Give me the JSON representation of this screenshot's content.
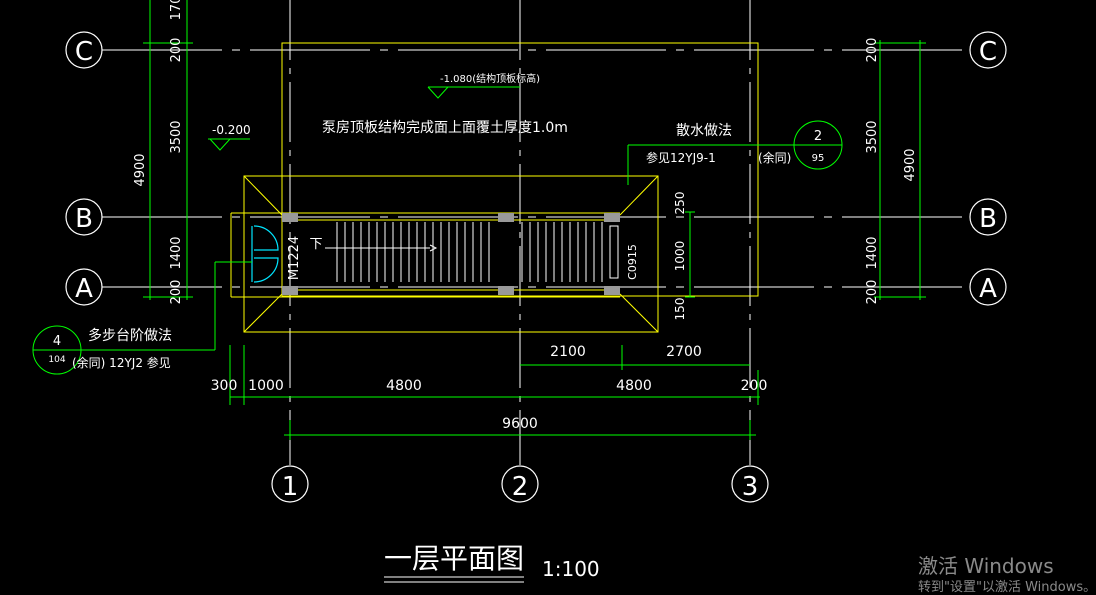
{
  "drawing": {
    "title": "一层平面图",
    "scale": "1:100",
    "axes": {
      "rows": [
        "C",
        "B",
        "A"
      ],
      "cols": [
        "1",
        "2",
        "3"
      ]
    },
    "elevations": {
      "roof": "-1.080(结构顶板标高)",
      "ground": "-0.200"
    },
    "notes": {
      "soil": "泵房顶板结构完成面上面覆土厚度1.0m",
      "apron_title": "散水做法",
      "apron_ref": "参见12YJ9-1",
      "apron_note": "(余同)",
      "step_title": "多步台阶做法",
      "step_ref": "(余同) 12YJ2 参见"
    },
    "detail_marks": [
      {
        "top": "2",
        "bottom": "95"
      },
      {
        "top": "4",
        "bottom": "104"
      }
    ],
    "labels": {
      "door": "M1224",
      "window": "C0915",
      "down": "下"
    },
    "dims_left": [
      "200",
      "3500",
      "1400",
      "200",
      "4900",
      "170"
    ],
    "dims_right": [
      "200",
      "3500",
      "1400",
      "200",
      "4900"
    ],
    "dims_inner_right": [
      "250",
      "1000",
      "150"
    ],
    "dims_row1": [
      "2100",
      "2700"
    ],
    "dims_row2": [
      "300",
      "1000",
      "4800",
      "4800",
      "200"
    ],
    "dims_total": "9600"
  },
  "watermark": {
    "line1": "激活 Windows",
    "line2": "转到\"设置\"以激活 Windows。"
  }
}
